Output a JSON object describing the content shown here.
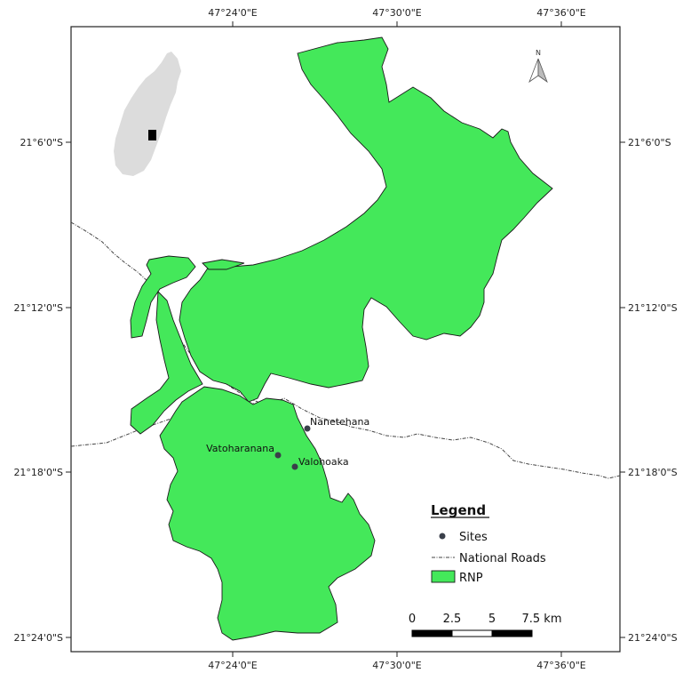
{
  "coordinates": {
    "top": [
      "47°24'0\"E",
      "47°30'0\"E",
      "47°36'0\"E"
    ],
    "bottom": [
      "47°24'0\"E",
      "47°30'0\"E",
      "47°36'0\"E"
    ],
    "left": [
      "21°6'0\"S",
      "21°12'0\"S",
      "21°18'0\"S",
      "21°24'0\"S"
    ],
    "right": [
      "21°6'0\"S",
      "21°12'0\"S",
      "21°18'0\"S",
      "21°24'0\"S"
    ]
  },
  "north_arrow": {
    "label": "N"
  },
  "sites": [
    {
      "name": "Nanetehana"
    },
    {
      "name": "Vatoharanana"
    },
    {
      "name": "Valohoaka"
    }
  ],
  "legend": {
    "title": "Legend",
    "items": [
      {
        "label": "Sites"
      },
      {
        "label": "National Roads"
      },
      {
        "label": "RNP"
      }
    ]
  },
  "scale_bar": {
    "ticks": [
      "0",
      "2.5",
      "5",
      "7.5 km"
    ]
  },
  "colors": {
    "park": "#44e85a",
    "park_outline": "#1a1a1a",
    "inset_land": "#dcdcdc",
    "inset_marker": "#000000",
    "site": "#3a3f4a",
    "road": "#444444"
  }
}
